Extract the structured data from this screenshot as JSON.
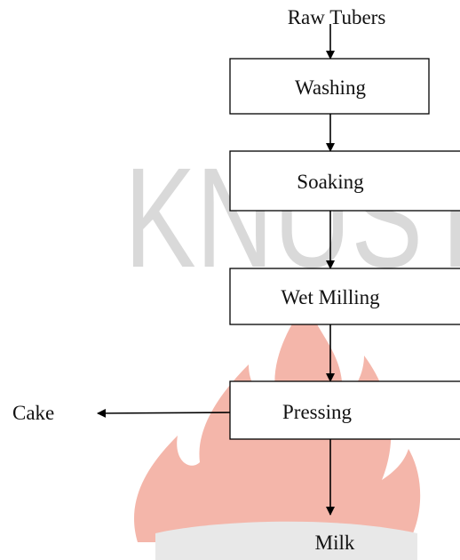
{
  "diagram": {
    "input_label": "Raw Tubers",
    "steps": [
      {
        "label": "Washing"
      },
      {
        "label": "Soaking"
      },
      {
        "label": "Wet Milling"
      },
      {
        "label": "Pressing"
      }
    ],
    "side_output_label": "Cake",
    "final_output_label": "Milk"
  },
  "watermark": {
    "text": "KNUST",
    "text_color": "#d9d9d9",
    "flame_color": "#f4b6aa",
    "base_color": "#e8e8e8"
  }
}
